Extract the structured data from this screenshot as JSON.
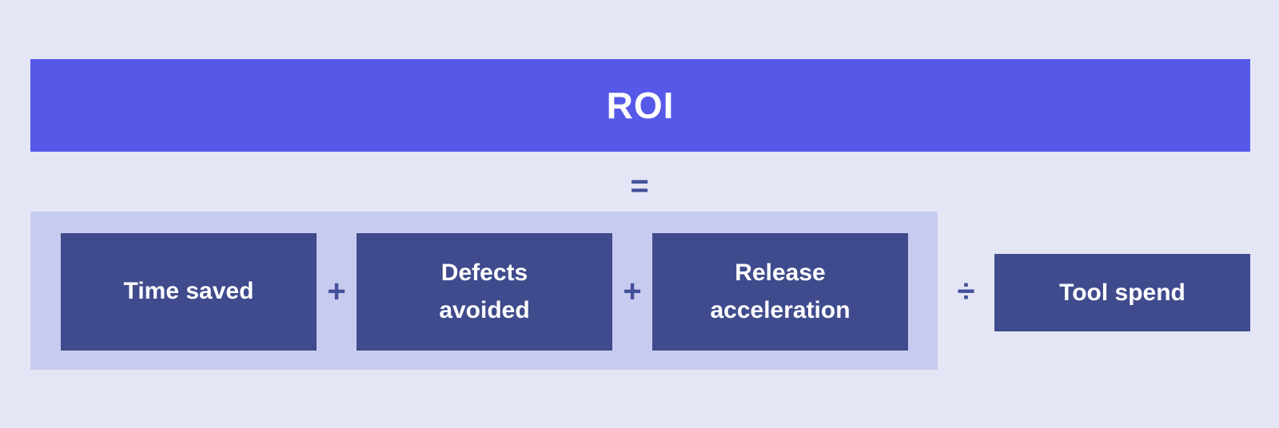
{
  "diagram": {
    "title": "ROI",
    "operators": {
      "equals": "=",
      "plus": "+",
      "divide": "÷"
    },
    "numerator_terms": [
      {
        "label": "Time saved"
      },
      {
        "label": "Defects\navoided"
      },
      {
        "label": "Release\nacceleration"
      }
    ],
    "denominator": {
      "label": "Tool spend"
    },
    "colors": {
      "page_background": "#E4E6F5",
      "title_bar": "#5659E8",
      "numerator_panel": "#C8CBF0",
      "term_box": "#3F4B8C",
      "operator_text": "#44509A",
      "label_text": "#FFFFFF"
    }
  }
}
